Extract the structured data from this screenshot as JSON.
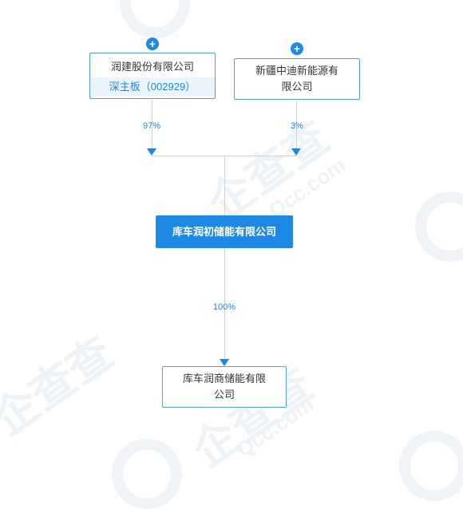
{
  "shareholders": [
    {
      "name": "润建股份有限公司",
      "stock_code": "深主板（002929）",
      "percent": "97%"
    },
    {
      "name_line1": "新疆中迪新能源有",
      "name_line2": "限公司",
      "percent": "3%"
    }
  ],
  "company": {
    "name": "库车润初储能有限公司"
  },
  "subsidiary": {
    "name_line1": "库车润商储能有限",
    "name_line2": "公司",
    "percent": "100%"
  },
  "expand_symbol": "+",
  "watermark": {
    "text": "企查查",
    "domain": "Qcc.com"
  },
  "colors": {
    "accent": "#1e88e5",
    "connector": "#cfcfcf",
    "code_bg": "#eaf4fe"
  }
}
